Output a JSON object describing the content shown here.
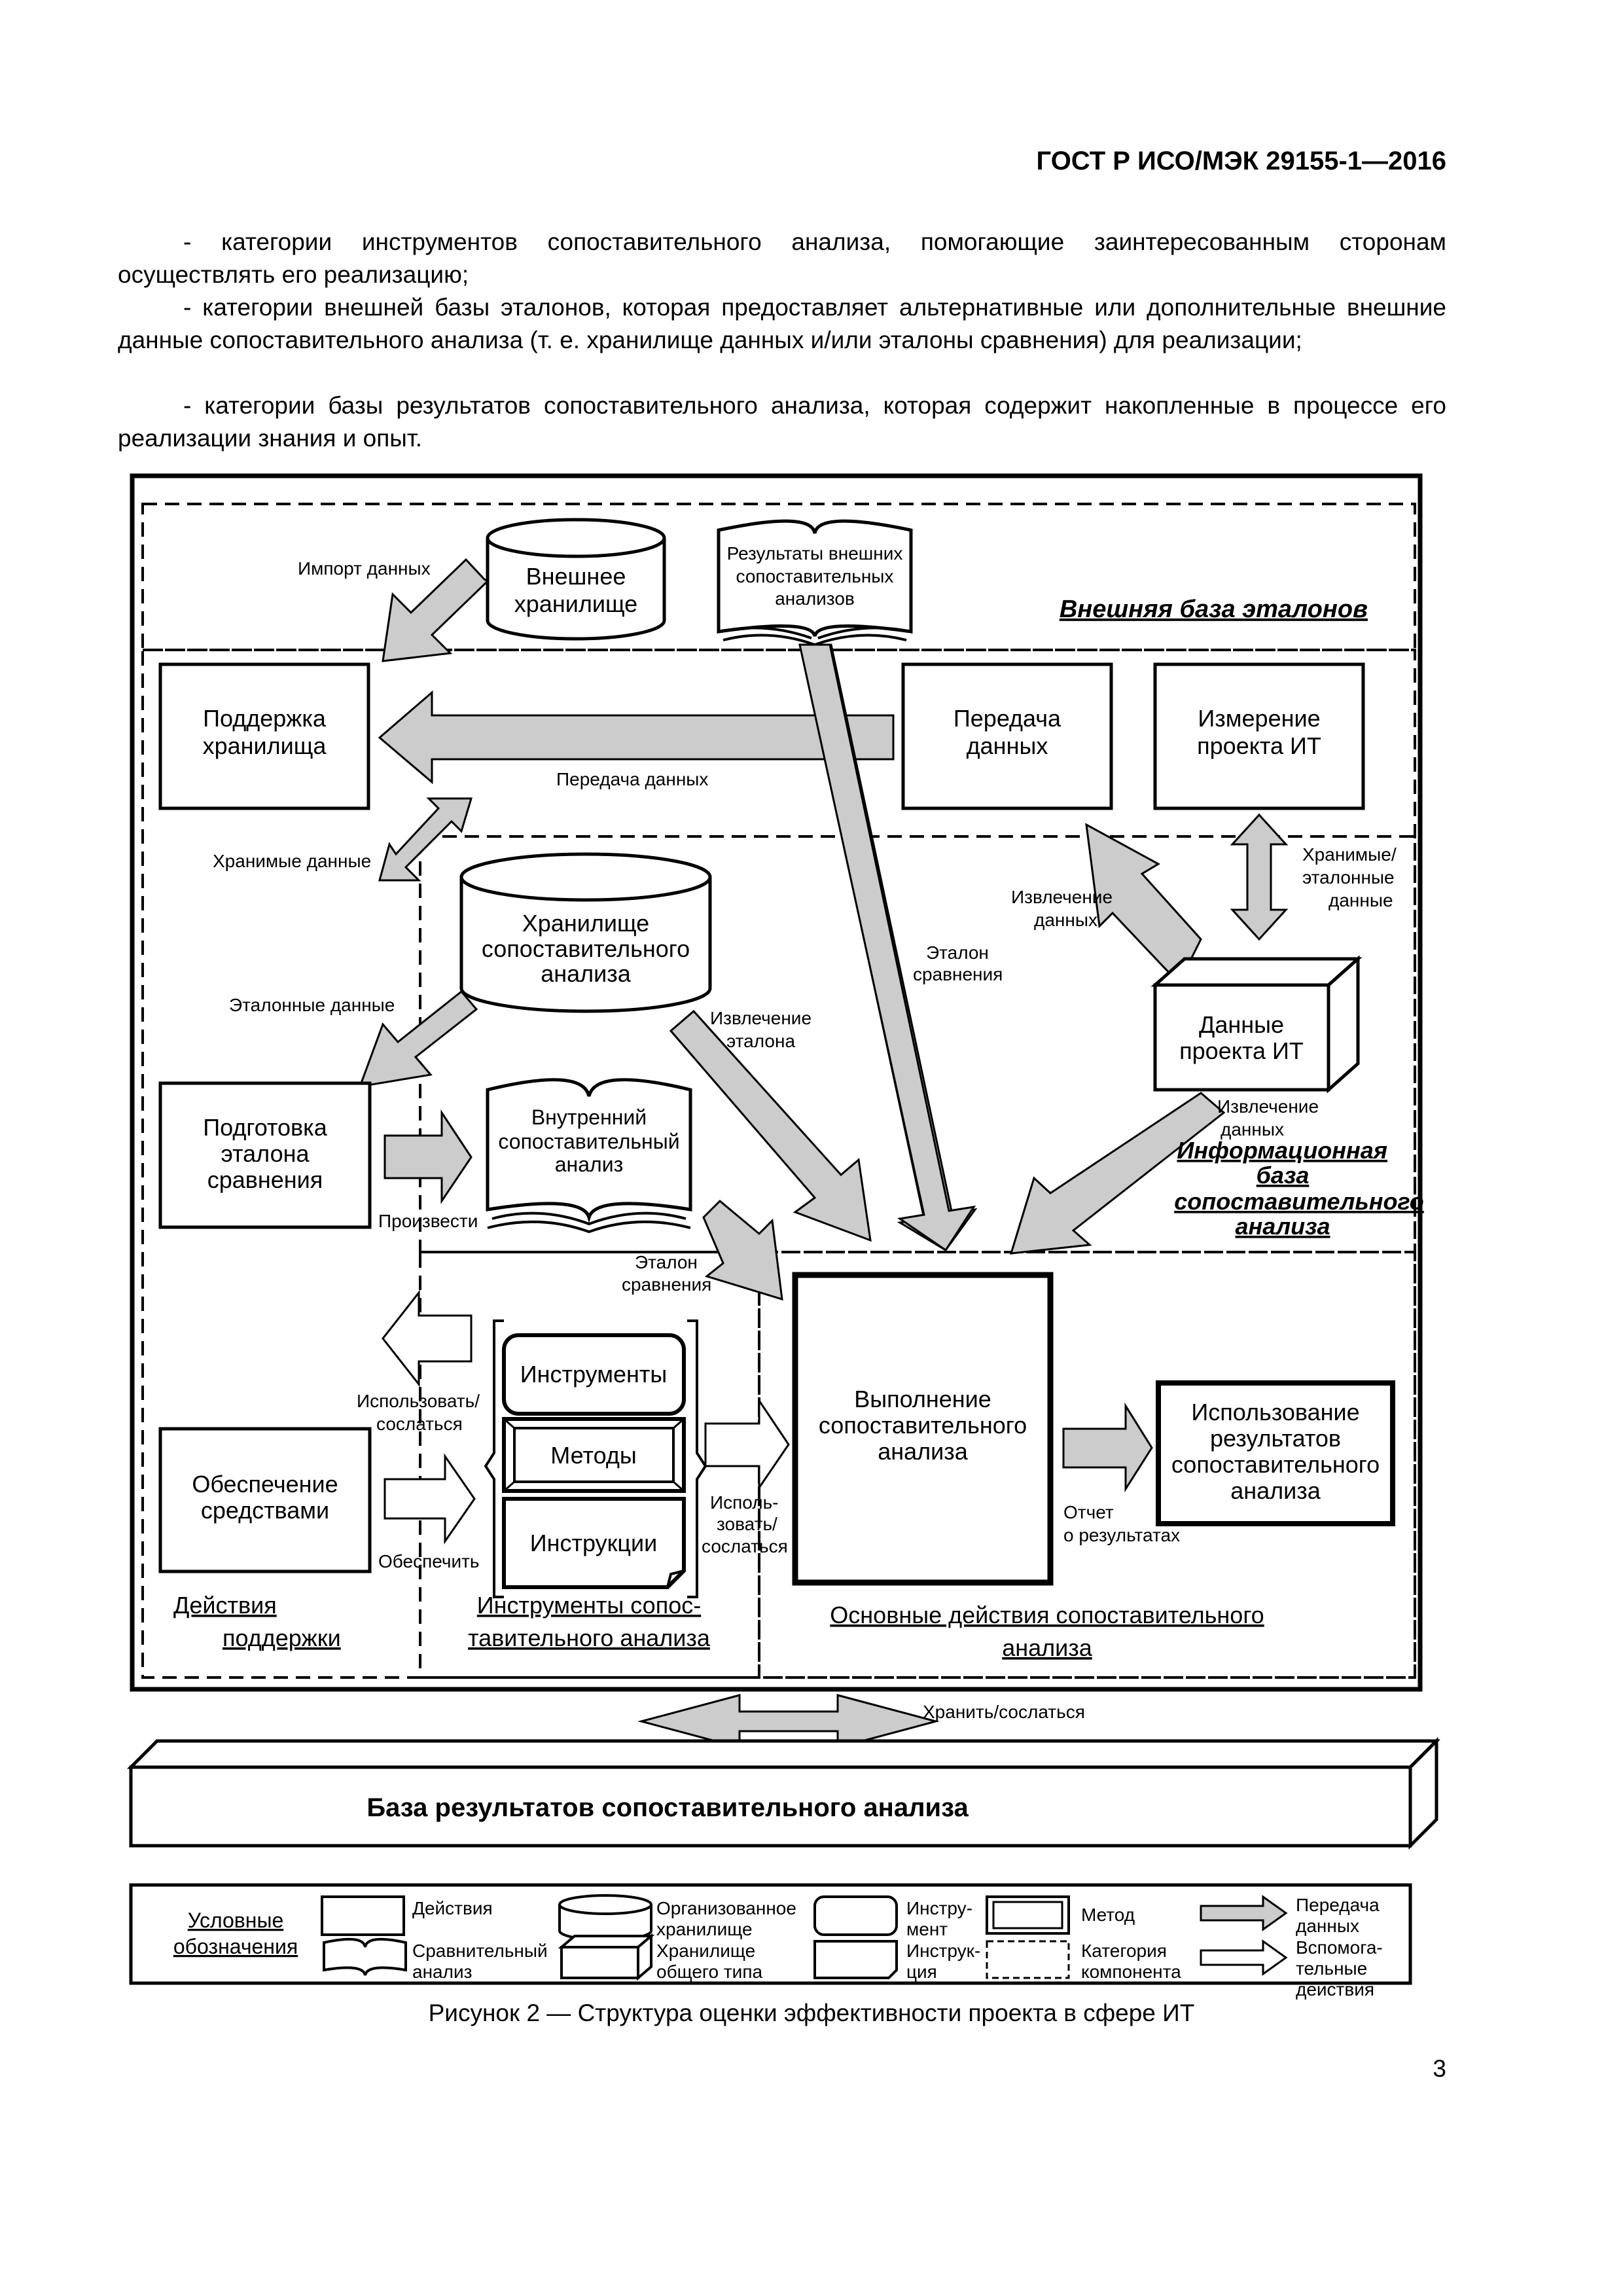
{
  "header": {
    "standard": "ГОСТ Р ИСО/МЭК 29155-1—2016"
  },
  "intro": {
    "items": [
      "- категории инструментов сопоставительного анализа, помогающие заинтересованным сторонам осуществлять его реализацию;",
      "- категории внешней базы эталонов, которая предоставляет альтернативные или дополнительные внешние данные сопоставительного анализа (т. е. хранилище данных и/или эталоны сравнения) для реализации;",
      "- категории базы результатов сопоставительного анализа, которая содержит накопленные в процессе его реализации знания и опыт."
    ]
  },
  "diagram": {
    "external_base": {
      "title": "Внешняя база эталонов",
      "external_storage": [
        "Внешнее",
        "хранилище"
      ],
      "external_results": [
        "Результаты внешних",
        "сопоставительных",
        "анализов"
      ],
      "import_label": "Импорт данных"
    },
    "boxes": {
      "storage_support": [
        "Поддержка",
        "хранилища"
      ],
      "data_transfer": [
        "Передача",
        "данных"
      ],
      "it_measurement": [
        "Измерение",
        "проекта ИТ"
      ],
      "benchmark_storage": [
        "Хранилище",
        "сопоставительного",
        "анализа"
      ],
      "it_project_data": [
        "Данные",
        "проекта ИТ"
      ],
      "reference_prep": [
        "Подготовка",
        "эталона",
        "сравнения"
      ],
      "internal_analysis": [
        "Внутренний",
        "сопоставительный",
        "анализ"
      ],
      "provisioning": [
        "Обеспечение",
        "средствами"
      ],
      "tools": "Инструменты",
      "methods": "Методы",
      "instructions": "Инструкции",
      "execution": [
        "Выполнение",
        "сопоставительного",
        "анализа"
      ],
      "results_usage": [
        "Использование",
        "результатов",
        "сопоставительного",
        "анализа"
      ]
    },
    "labels": {
      "data_transfer_arrow": "Передача данных",
      "stored_data": "Хранимые данные",
      "stored_reference_data": [
        "Хранимые/",
        "эталонные",
        "данные"
      ],
      "data_extraction_top": [
        "Извлечение",
        "данных"
      ],
      "reference_comparison_top": [
        "Эталон",
        "сравнения"
      ],
      "reference_data": "Эталонные данные",
      "reference_extraction": [
        "Извлечение",
        "эталона"
      ],
      "data_extraction_bottom": [
        "Извлечение",
        "данных"
      ],
      "produce": "Произвести",
      "reference_comparison_mid": [
        "Эталон",
        "сравнения"
      ],
      "use_refer_left": [
        "Использовать/",
        "сослаться"
      ],
      "use_refer_mid": [
        "Исполь-",
        "зовать/",
        "сослаться"
      ],
      "provide": "Обеспечить",
      "results_report": [
        "Отчет",
        "о результатах"
      ],
      "store_refer": "Хранить/сослаться"
    },
    "categories": {
      "info_base": [
        "Информационная",
        "база",
        "сопоставительного",
        "анализа"
      ],
      "support_actions": [
        "Действия",
        "поддержки"
      ],
      "analysis_tools": [
        "Инструменты сопос-",
        "тавительного анализа"
      ],
      "core_actions": [
        "Основные действия сопоставительного",
        "анализа"
      ]
    },
    "results_base": "База результатов сопоставительного анализа"
  },
  "legend": {
    "title": [
      "Условные",
      "обозначения"
    ],
    "items": {
      "actions": "Действия",
      "organized_storage": [
        "Организованное",
        "хранилище"
      ],
      "tool": [
        "Инстру-",
        "мент"
      ],
      "method": "Метод",
      "data_transfer": [
        "Передача",
        "данных"
      ],
      "comparative_analysis": [
        "Сравнительный",
        "анализ"
      ],
      "general_storage": [
        "Хранилище",
        "общего типа"
      ],
      "instruction": [
        "Инструк-",
        "ция"
      ],
      "component_category": [
        "Категория",
        "компонента"
      ],
      "auxiliary_actions": [
        "Вспомога-",
        "тельные",
        "действия"
      ]
    }
  },
  "caption": "Рисунок 2 — Структура оценки эффективности проекта в сфере ИТ",
  "page_number": "3"
}
